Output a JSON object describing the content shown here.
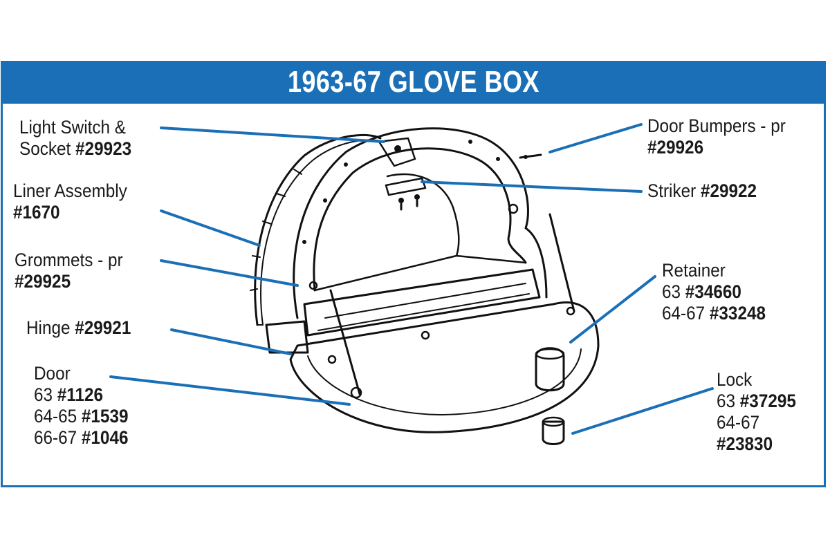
{
  "title": "1963-67 GLOVE BOX",
  "colors": {
    "accent": "#1a6fb6",
    "line": "#111111",
    "text": "#1a1a1a"
  },
  "parts": {
    "light_switch": {
      "line1": "Light Switch &",
      "line2_text": "Socket ",
      "line2_num": "#29923"
    },
    "liner": {
      "name": "Liner Assembly",
      "num": "#1670"
    },
    "grommets": {
      "name": "Grommets - pr",
      "num": "#29925"
    },
    "hinge": {
      "name": "Hinge ",
      "num": "#29921"
    },
    "door": {
      "name": "Door",
      "r1_year": "63 ",
      "r1_num": "#1126",
      "r2_year": "64-65 ",
      "r2_num": "#1539",
      "r3_year": "66-67 ",
      "r3_num": "#1046"
    },
    "door_bumpers": {
      "name": "Door Bumpers - pr",
      "num": "#29926"
    },
    "striker": {
      "name": "Striker ",
      "num": "#29922"
    },
    "retainer": {
      "name": "Retainer",
      "r1_year": "63 ",
      "r1_num": "#34660",
      "r2_year": "64-67 ",
      "r2_num": "#33248"
    },
    "lock": {
      "name": "Lock",
      "r1_year": "63 ",
      "r1_num": "#37295",
      "r2_year": "64-67",
      "r2_num": "#23830"
    }
  }
}
